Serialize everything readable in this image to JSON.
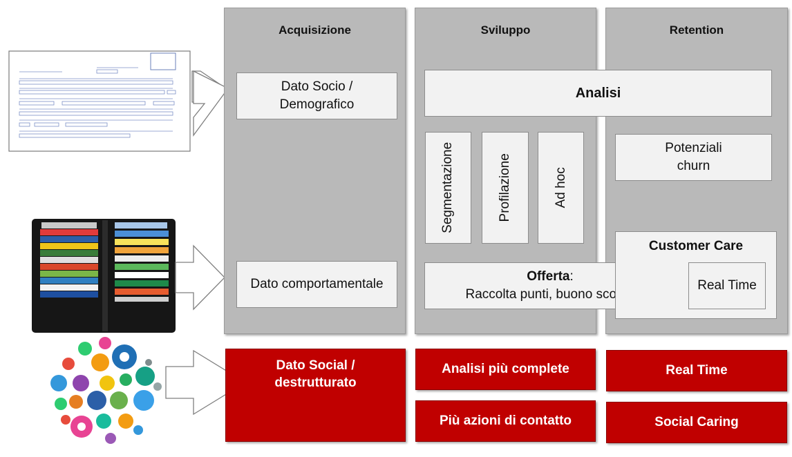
{
  "columns": {
    "acquisizione": {
      "title": "Acquisizione",
      "dato_socio_line1": "Dato Socio /",
      "dato_socio_line2": "Demografico",
      "dato_comportamentale": "Dato comportamentale"
    },
    "sviluppo": {
      "title": "Sviluppo",
      "analisi": "Analisi",
      "segmentazione": "Segmentazione",
      "profilazione": "Profilazione",
      "ad_hoc": "Ad hoc",
      "offerta_bold": "Offerta",
      "offerta_colon": ":",
      "offerta_detail": "Raccolta punti, buono sconto"
    },
    "retention": {
      "title": "Retention",
      "potenziali_line1": "Potenziali",
      "potenziali_line2": "churn",
      "customer_care": "Customer Care",
      "real_time": "Real Time"
    }
  },
  "social_row": {
    "acquisizione_line1": "Dato Social /",
    "acquisizione_line2": "destrutturato",
    "sviluppo_top": "Analisi più complete",
    "sviluppo_bottom": "Più azioni di contatto",
    "retention_top": "Real Time",
    "retention_bottom": "Social Caring"
  },
  "colors": {
    "column_gray": "#b9b9b9",
    "box_light": "#f2f2f2",
    "accent_red": "#c00000"
  },
  "illustrations": [
    "paper-form-icon",
    "wallet-loyalty-cards-icon",
    "social-media-bubbles-icon"
  ]
}
